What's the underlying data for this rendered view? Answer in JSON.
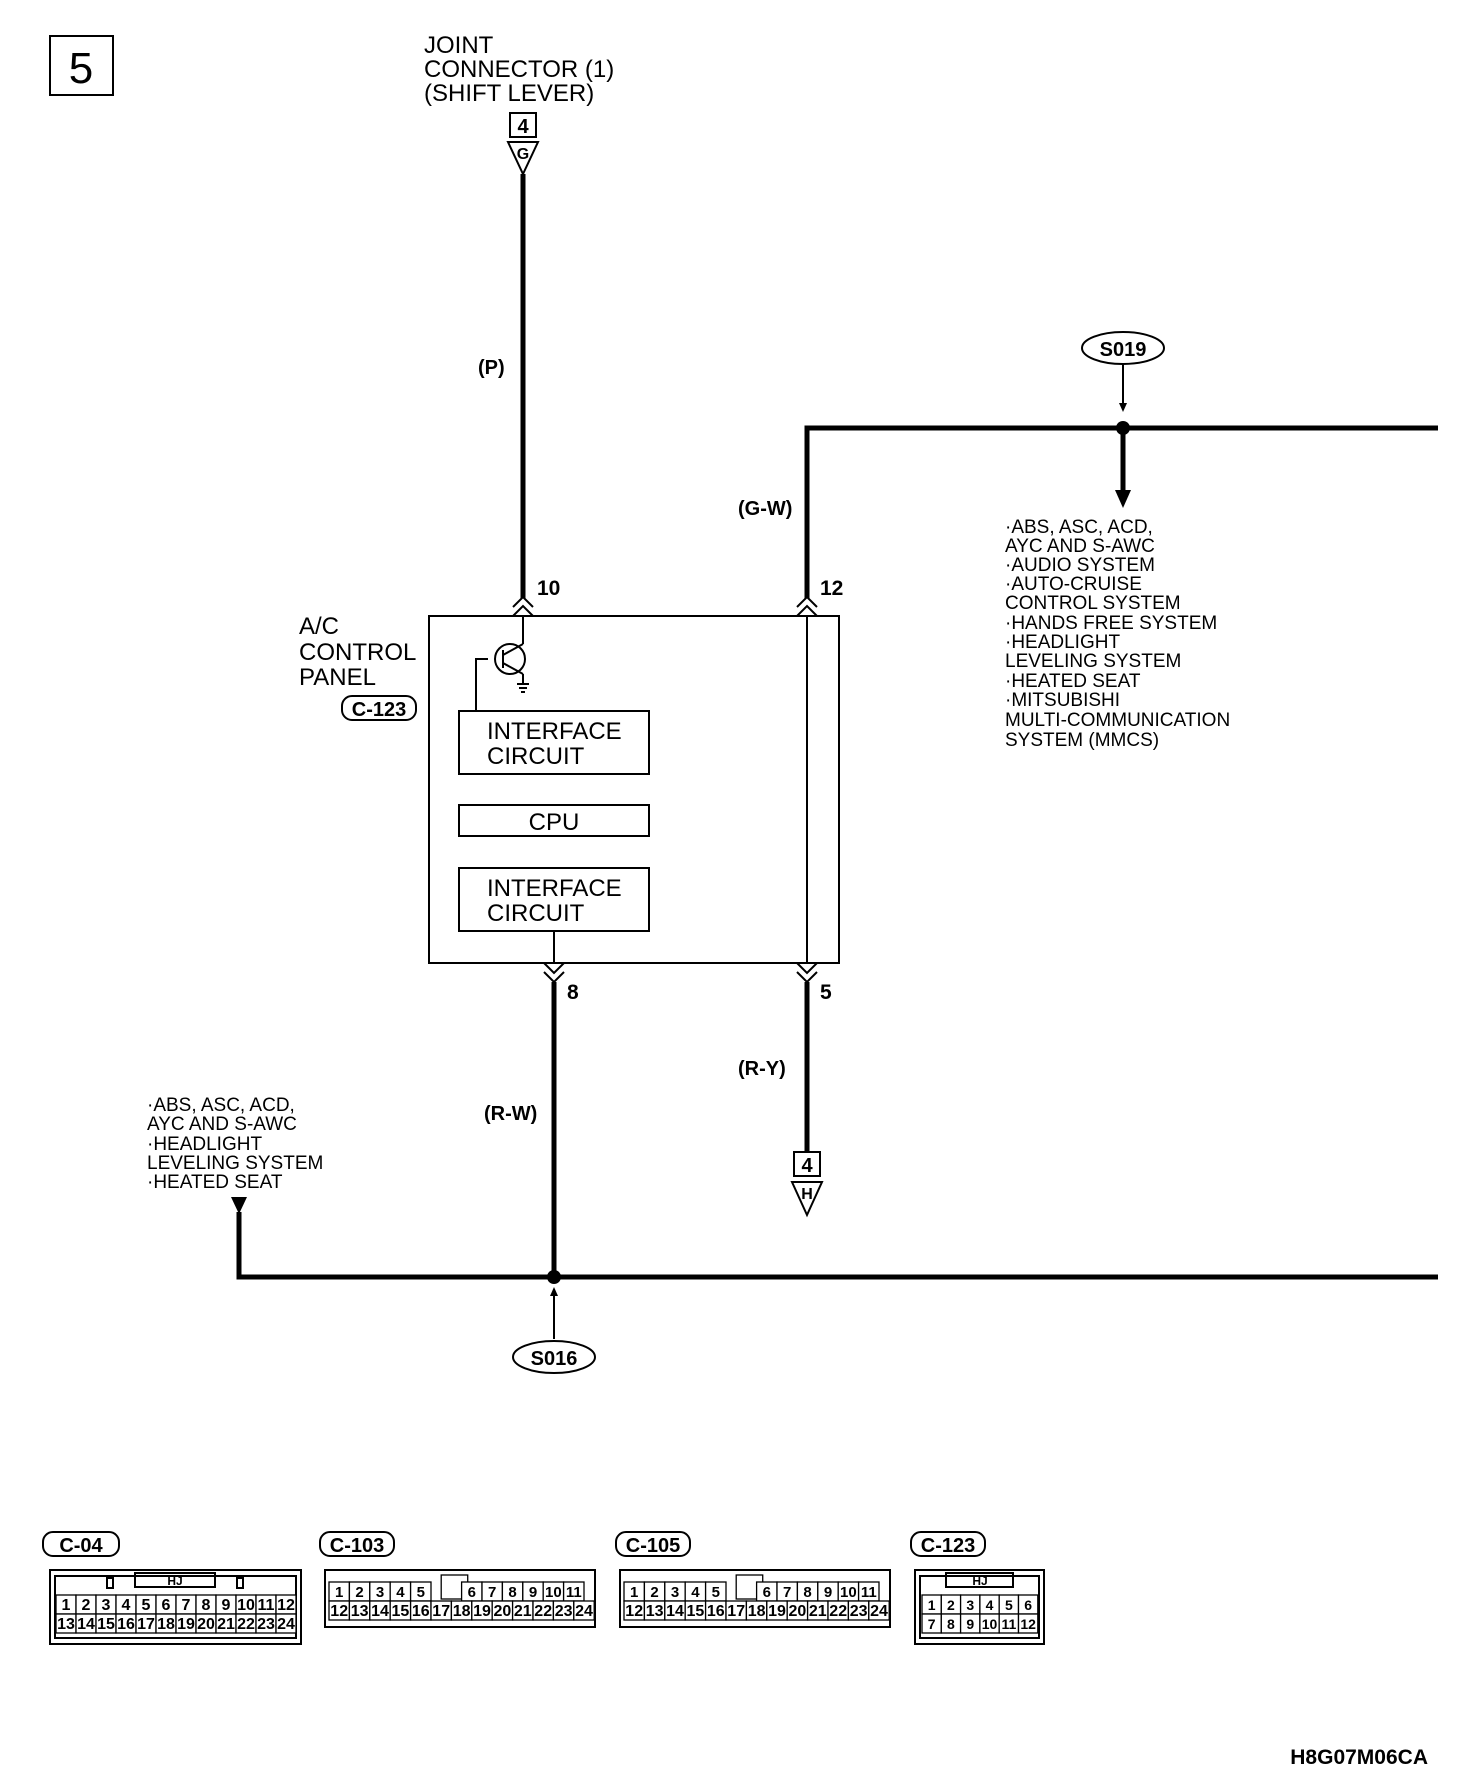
{
  "page_number": "5",
  "joint_connector": {
    "lines": [
      "JOINT",
      "CONNECTOR (1)",
      "(SHIFT LEVER)"
    ],
    "ref_number": "4",
    "ref_letter": "G"
  },
  "bottom_ref": {
    "number": "4",
    "letter": "H"
  },
  "wire_colors": {
    "p": "(P)",
    "g_w": "(G-W)",
    "r_w": "(R-W)",
    "r_y": "(R-Y)"
  },
  "pins": {
    "pin10": "10",
    "pin12": "12",
    "pin8": "8",
    "pin5": "5"
  },
  "control_panel": {
    "lines": [
      "A/C",
      "CONTROL",
      "PANEL"
    ],
    "connector_id": "C-123",
    "interface_top": [
      "INTERFACE",
      "CIRCUIT"
    ],
    "cpu": "CPU",
    "interface_bottom": [
      "INTERFACE",
      "CIRCUIT"
    ]
  },
  "splice_top": "S019",
  "splice_bottom": "S016",
  "systems_right": [
    "·ABS, ASC, ACD,",
    " AYC AND S-AWC",
    "·AUDIO SYSTEM",
    "·AUTO-CRUISE",
    " CONTROL SYSTEM",
    "·HANDS FREE SYSTEM",
    "·HEADLIGHT",
    " LEVELING SYSTEM",
    "·HEATED SEAT",
    "·MITSUBISHI",
    " MULTI-COMMUNICATION",
    " SYSTEM (MMCS)"
  ],
  "systems_left": [
    "·ABS, ASC, ACD,",
    " AYC AND S-AWC",
    "·HEADLIGHT",
    " LEVELING SYSTEM",
    "·HEATED SEAT"
  ],
  "connectors": [
    {
      "id": "C-04",
      "tag": "HJ",
      "row1": [
        "1",
        "2",
        "3",
        "4",
        "5",
        "6",
        "7",
        "8",
        "9",
        "10",
        "11",
        "12"
      ],
      "row2": [
        "13",
        "14",
        "15",
        "16",
        "17",
        "18",
        "19",
        "20",
        "21",
        "22",
        "23",
        "24"
      ]
    },
    {
      "id": "C-103",
      "tag": "",
      "row1": [
        "1",
        "2",
        "3",
        "4",
        "5",
        "",
        "6",
        "7",
        "8",
        "9",
        "10",
        "11"
      ],
      "row2": [
        "12",
        "13",
        "14",
        "15",
        "16",
        "17",
        "18",
        "19",
        "20",
        "21",
        "22",
        "23",
        "24"
      ]
    },
    {
      "id": "C-105",
      "tag": "",
      "row1": [
        "1",
        "2",
        "3",
        "4",
        "5",
        "",
        "6",
        "7",
        "8",
        "9",
        "10",
        "11"
      ],
      "row2": [
        "12",
        "13",
        "14",
        "15",
        "16",
        "17",
        "18",
        "19",
        "20",
        "21",
        "22",
        "23",
        "24"
      ]
    },
    {
      "id": "C-123",
      "tag": "HJ",
      "row1": [
        "1",
        "2",
        "3",
        "4",
        "5",
        "6"
      ],
      "row2": [
        "7",
        "8",
        "9",
        "10",
        "11",
        "12"
      ]
    }
  ],
  "figure_code": "H8G07M06CA"
}
